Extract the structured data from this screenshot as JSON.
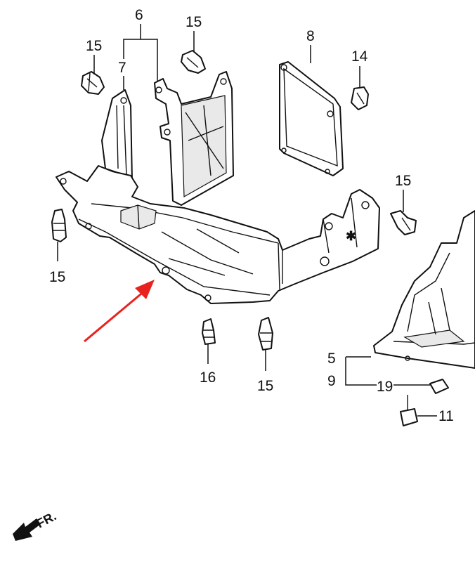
{
  "labels": {
    "l6": "6",
    "l7": "7",
    "l8": "8",
    "l14": "14",
    "l15_a": "15",
    "l15_b": "15",
    "l15_c": "15",
    "l15_d": "15",
    "l15_e": "15",
    "l16": "16",
    "l5": "5",
    "l9": "9",
    "l19": "19",
    "l11": "11"
  },
  "front_arrow_label": "FR.",
  "colors": {
    "line": "#111111",
    "highlight_arrow": "#e8231f",
    "background": "#ffffff"
  }
}
